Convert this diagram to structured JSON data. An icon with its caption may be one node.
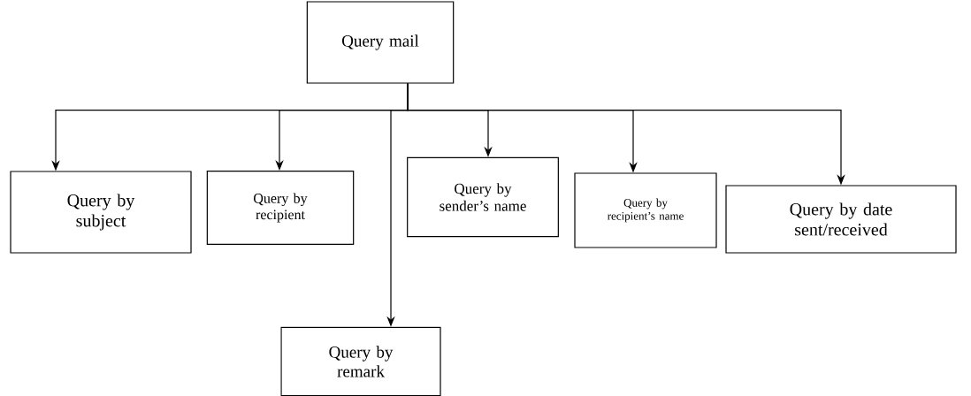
{
  "diagram": {
    "nodes": [
      {
        "text": [
          "Query mail"
        ]
      },
      {
        "text": [
          "Query by subject"
        ]
      },
      {
        "text": [
          "Query by recipient"
        ]
      },
      {
        "text": [
          "Query by sender’s name"
        ]
      },
      {
        "text": [
          "Query by recipient’s name"
        ]
      },
      {
        "text": [
          "Query by date sent/received"
        ]
      },
      {
        "text": [
          "Query by remark"
        ]
      }
    ],
    "edges": [
      {
        "from": 0,
        "to": 1,
        "arrow": "to"
      },
      {
        "from": 0,
        "to": 2,
        "arrow": "to"
      },
      {
        "from": 0,
        "to": 3,
        "arrow": "to"
      },
      {
        "from": 0,
        "to": 4,
        "arrow": "to"
      },
      {
        "from": 0,
        "to": 5,
        "arrow": "to"
      },
      {
        "from": 0,
        "to": 6,
        "arrow": "to"
      }
    ]
  }
}
